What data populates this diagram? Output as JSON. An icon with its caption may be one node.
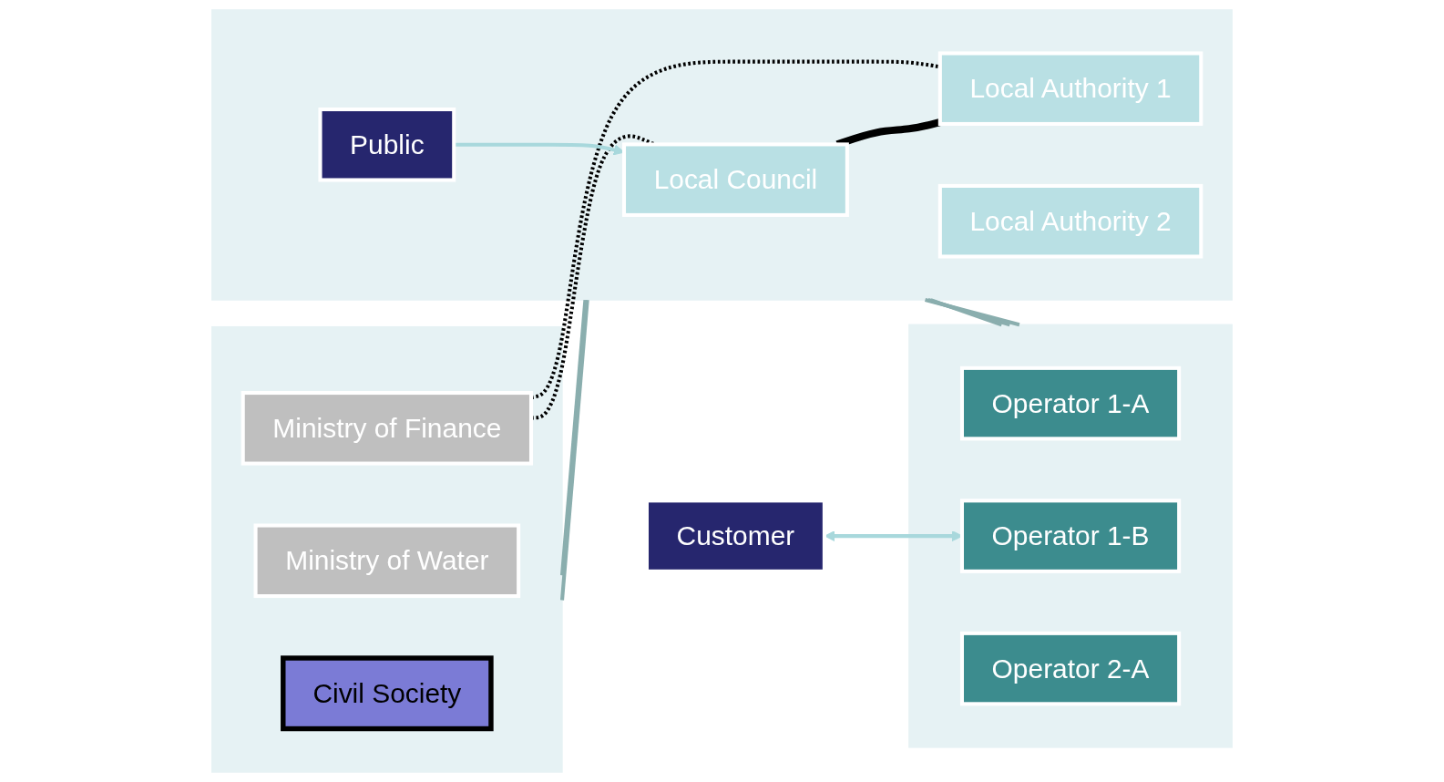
{
  "diagram": {
    "nodes": [
      {
        "text": [],
        "shape": "box"
      },
      {
        "text": [
          "Ministry of Finance"
        ],
        "in": 0
      },
      {
        "text": [
          "Ministry of Water"
        ],
        "in": 0
      },
      {
        "text": [
          "Civil Society"
        ],
        "in": 0
      },
      {
        "text": [],
        "shape": "box"
      },
      {
        "text": [
          "Local Council"
        ],
        "in": 4
      },
      {
        "text": [
          "Local Authority 1"
        ],
        "in": 4
      },
      {
        "text": [
          "Public"
        ],
        "in": 4
      },
      {
        "text": [
          "Customer"
        ]
      },
      {
        "text": [
          "Local Authority 2"
        ],
        "in": 4
      },
      {
        "text": [],
        "shape": "box"
      },
      {
        "text": [
          "Operator 1-A"
        ],
        "in": 10
      },
      {
        "text": [
          "Operator 1-B"
        ],
        "in": 10
      },
      {
        "text": [
          "Operator 2-A"
        ],
        "in": 10
      }
    ],
    "edges": [
      {
        "from": 1,
        "to": 5,
        "arrow": "none",
        "style": "dashed",
        "color": "#000000"
      },
      {
        "from": 1,
        "to": 6,
        "arrow": "none",
        "style": "dashed",
        "color": "#000000"
      },
      {
        "from": 5,
        "to": 6,
        "arrow": "none",
        "style": "thick",
        "color": "#000000"
      },
      {
        "from": 7,
        "to": 5,
        "arrow": "to",
        "color": "#a8d8dc"
      },
      {
        "from": 8,
        "to": 12,
        "arrow": "both",
        "color": "#a8d8dc"
      },
      {
        "from": 0,
        "to": 4,
        "arrow": "none"
      },
      {
        "from": 0,
        "to": 4,
        "arrow": "none"
      },
      {
        "from": 4,
        "to": 10,
        "arrow": "none"
      },
      {
        "from": 4,
        "to": 10,
        "arrow": "none"
      },
      {
        "from": 4,
        "to": 10,
        "arrow": "none"
      }
    ]
  }
}
